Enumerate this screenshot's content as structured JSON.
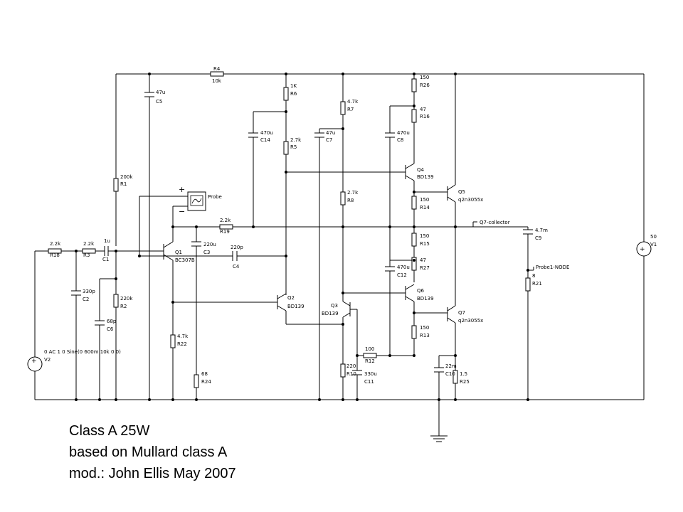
{
  "caption": {
    "line1": "Class A 25W",
    "line2": "based on Mullard class A",
    "line3": "mod.: John Ellis May 2007"
  },
  "components": {
    "R4": {
      "ref": "R4",
      "value": "10k"
    },
    "C5": {
      "ref": "C5",
      "value": "47u"
    },
    "R6": {
      "ref": "R6",
      "value": "1K"
    },
    "R7": {
      "ref": "R7",
      "value": "4.7k"
    },
    "R26": {
      "ref": "R26",
      "value": "150"
    },
    "R16": {
      "ref": "R16",
      "value": "47"
    },
    "C14": {
      "ref": "C14",
      "value": "470u"
    },
    "R5": {
      "ref": "R5",
      "value": "2.7k"
    },
    "C7": {
      "ref": "C7",
      "value": "47u"
    },
    "C8": {
      "ref": "C8",
      "value": "470u"
    },
    "Q4": {
      "ref": "Q4",
      "value": "BD139"
    },
    "R1": {
      "ref": "R1",
      "value": "200k"
    },
    "R8": {
      "ref": "R8",
      "value": "2.7k"
    },
    "R14": {
      "ref": "R14",
      "value": "150"
    },
    "Q5": {
      "ref": "Q5",
      "value": "q2n3055x"
    },
    "R19": {
      "ref": "R19",
      "value": "2.2k"
    },
    "C9": {
      "ref": "C9",
      "value": "4.7m"
    },
    "V1": {
      "ref": "V1",
      "value": "50"
    },
    "R18": {
      "ref": "R18",
      "value": "2.2k"
    },
    "R3": {
      "ref": "R3",
      "value": "2.2k"
    },
    "C1": {
      "ref": "C1",
      "value": "1u"
    },
    "Q1": {
      "ref": "Q1",
      "value": "BC307B"
    },
    "C3": {
      "ref": "C3",
      "value": "220u"
    },
    "C4": {
      "ref": "C4",
      "value": "220p"
    },
    "R15": {
      "ref": "R15",
      "value": "150"
    },
    "R27": {
      "ref": "R27",
      "value": "47"
    },
    "C12": {
      "ref": "C12",
      "value": "470u"
    },
    "R21": {
      "ref": "R21",
      "value": "8"
    },
    "C2": {
      "ref": "C2",
      "value": "330p"
    },
    "R2": {
      "ref": "R2",
      "value": "220k"
    },
    "Q2": {
      "ref": "Q2",
      "value": "BD139"
    },
    "Q3": {
      "ref": "Q3",
      "value": "BD139"
    },
    "Q6": {
      "ref": "Q6",
      "value": "BD139"
    },
    "Q7": {
      "ref": "Q7",
      "value": "q2n3055x"
    },
    "C6": {
      "ref": "C6",
      "value": "68p"
    },
    "R13": {
      "ref": "R13",
      "value": "150"
    },
    "R22": {
      "ref": "R22",
      "value": "4.7k"
    },
    "R12": {
      "ref": "R12",
      "value": "100"
    },
    "V2": {
      "ref": "V2",
      "value": "0 AC 1 0 Sine(0 600m 10k 0 0)"
    },
    "R10": {
      "ref": "R10",
      "value": "220"
    },
    "C11": {
      "ref": "C11",
      "value": "330u"
    },
    "C10": {
      "ref": "C10",
      "value": "22m"
    },
    "R25": {
      "ref": "R25",
      "value": "1.5"
    },
    "R24": {
      "ref": "R24",
      "value": "68"
    }
  },
  "probes": {
    "probe_label": "Probe",
    "plus": "+",
    "minus": "−",
    "q7_collector": "Q7-collector",
    "probe1_node": "Probe1-NODE"
  },
  "sources": {
    "v1_symbol": "+",
    "v2_symbol": "+"
  }
}
